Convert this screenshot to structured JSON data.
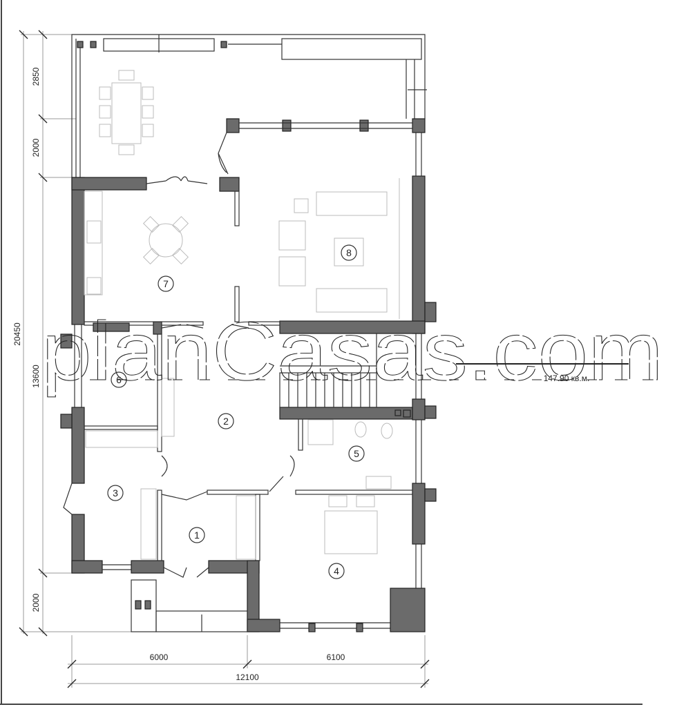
{
  "plan": {
    "total_area": "147.90 кв.м.",
    "watermark": "planCasas.com",
    "rooms": [
      "1",
      "2",
      "3",
      "4",
      "5",
      "6",
      "7",
      "8"
    ],
    "dimensions": {
      "left_total": "20450",
      "left_inner": "13600",
      "left_top_terrace": "2850",
      "left_top_porch": "2000",
      "left_bottom_porch": "2000",
      "bottom_left": "6000",
      "bottom_right": "6100",
      "bottom_total": "12100"
    }
  },
  "colors": {
    "wall": "#6b6b6b",
    "line": "#222222",
    "furniture": "#bbbbbb"
  }
}
